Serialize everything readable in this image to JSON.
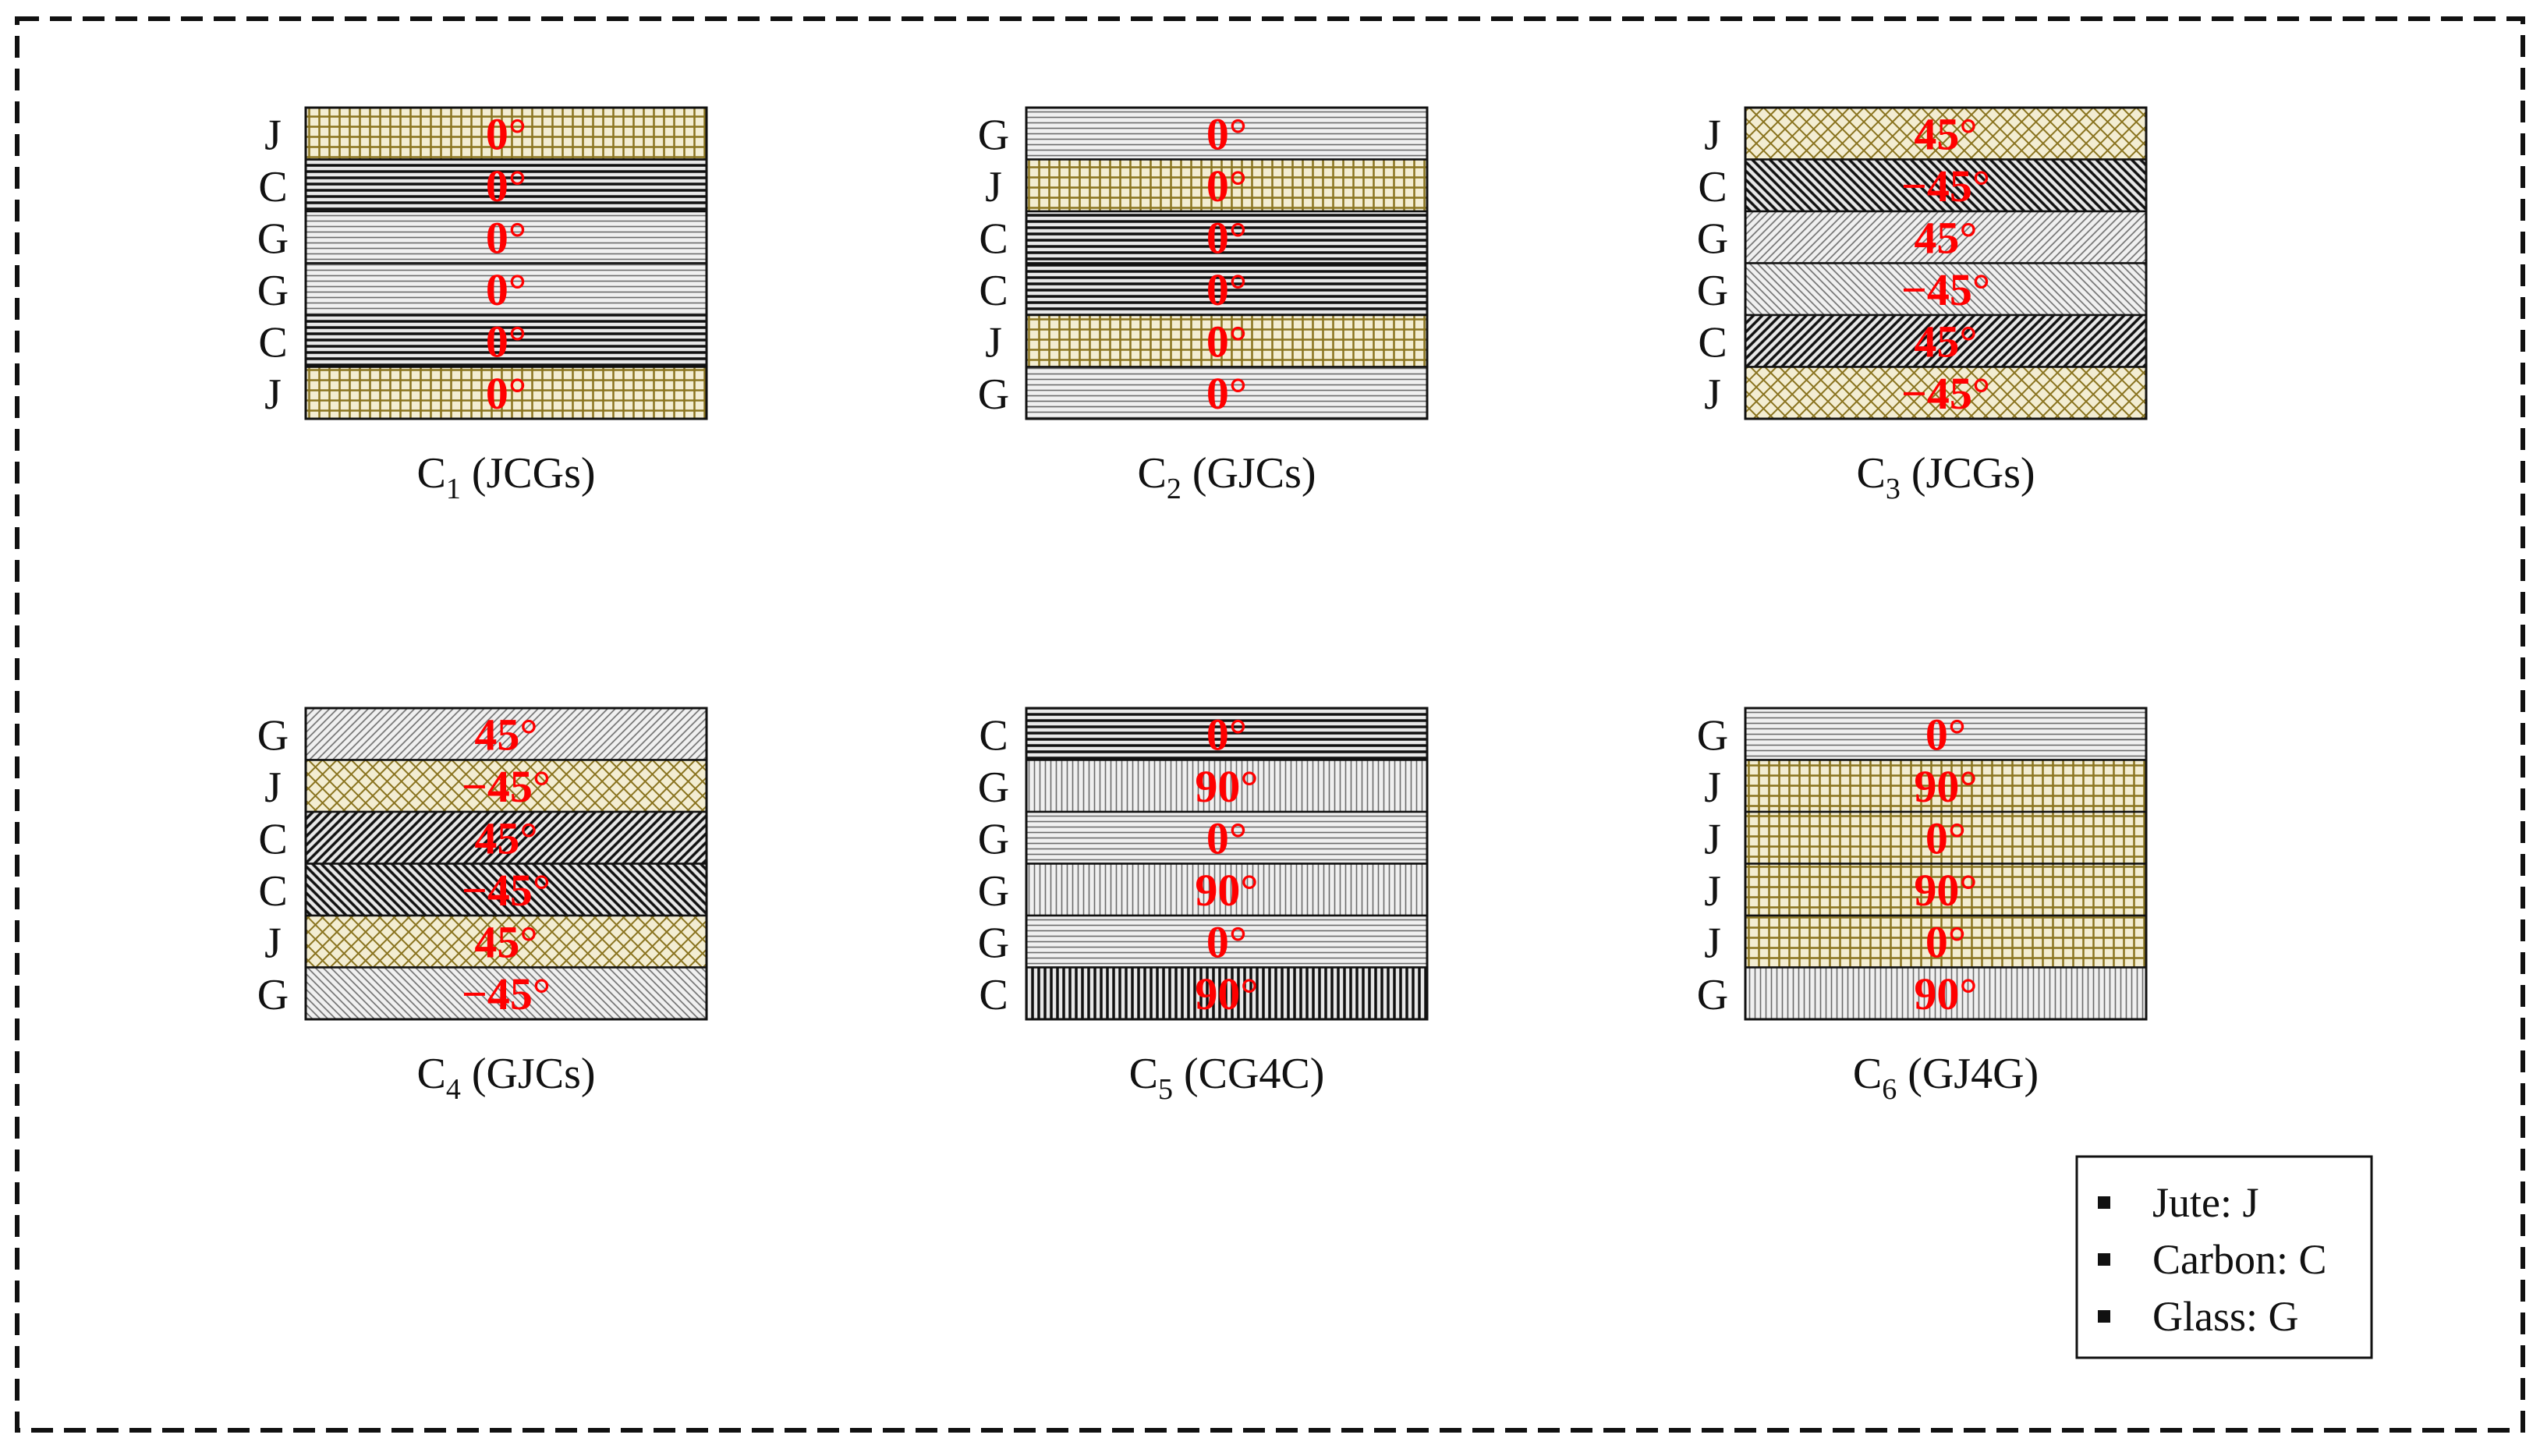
{
  "colors": {
    "angle_text": "#ff0000",
    "jute_base": "#f3edd2",
    "jute_line": "#8a7420",
    "carbon_base": "#e8e8e8",
    "carbon_line": "#111111",
    "glass_base": "#f0f0f0",
    "glass_line": "#6b6b6b",
    "frame": "#111111"
  },
  "configs": [
    {
      "caption_prefix": "C",
      "caption_sub": "1",
      "caption_suffix": " (JCGs)",
      "layers": [
        {
          "material": "J",
          "angle": "0°"
        },
        {
          "material": "C",
          "angle": "0°"
        },
        {
          "material": "G",
          "angle": "0°"
        },
        {
          "material": "G",
          "angle": "0°"
        },
        {
          "material": "C",
          "angle": "0°"
        },
        {
          "material": "J",
          "angle": "0°"
        }
      ]
    },
    {
      "caption_prefix": "C",
      "caption_sub": "2",
      "caption_suffix": " (GJCs)",
      "layers": [
        {
          "material": "G",
          "angle": "0°"
        },
        {
          "material": "J",
          "angle": "0°"
        },
        {
          "material": "C",
          "angle": "0°"
        },
        {
          "material": "C",
          "angle": "0°"
        },
        {
          "material": "J",
          "angle": "0°"
        },
        {
          "material": "G",
          "angle": "0°"
        }
      ]
    },
    {
      "caption_prefix": "C",
      "caption_sub": "3",
      "caption_suffix": " (JCGs)",
      "layers": [
        {
          "material": "J",
          "angle": "45°"
        },
        {
          "material": "C",
          "angle": "−45°"
        },
        {
          "material": "G",
          "angle": "45°"
        },
        {
          "material": "G",
          "angle": "−45°"
        },
        {
          "material": "C",
          "angle": "45°"
        },
        {
          "material": "J",
          "angle": "−45°"
        }
      ]
    },
    {
      "caption_prefix": "C",
      "caption_sub": "4",
      "caption_suffix": " (GJCs)",
      "layers": [
        {
          "material": "G",
          "angle": "45°"
        },
        {
          "material": "J",
          "angle": "−45°"
        },
        {
          "material": "C",
          "angle": "45°"
        },
        {
          "material": "C",
          "angle": "−45°"
        },
        {
          "material": "J",
          "angle": "45°"
        },
        {
          "material": "G",
          "angle": "−45°"
        }
      ]
    },
    {
      "caption_prefix": "C",
      "caption_sub": "5",
      "caption_suffix": " (CG4C)",
      "layers": [
        {
          "material": "C",
          "angle": "0°"
        },
        {
          "material": "G",
          "angle": "90°"
        },
        {
          "material": "G",
          "angle": "0°"
        },
        {
          "material": "G",
          "angle": "90°"
        },
        {
          "material": "G",
          "angle": "0°"
        },
        {
          "material": "C",
          "angle": "90°"
        }
      ]
    },
    {
      "caption_prefix": "C",
      "caption_sub": "6",
      "caption_suffix": " (GJ4G)",
      "layers": [
        {
          "material": "G",
          "angle": "0°"
        },
        {
          "material": "J",
          "angle": "90°"
        },
        {
          "material": "J",
          "angle": "0°"
        },
        {
          "material": "J",
          "angle": "90°"
        },
        {
          "material": "J",
          "angle": "0°"
        },
        {
          "material": "G",
          "angle": "90°"
        }
      ]
    }
  ],
  "legend": {
    "bullet": "▪",
    "items": [
      "Jute: J",
      "Carbon: C",
      "Glass: G"
    ]
  }
}
